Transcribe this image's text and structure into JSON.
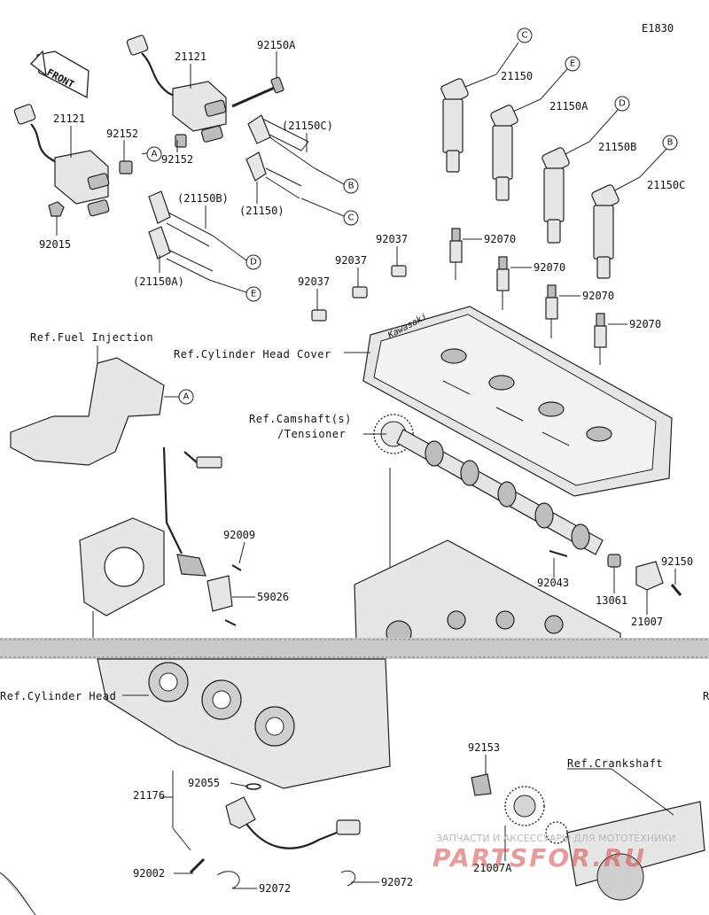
{
  "diagram_code": "E1830",
  "front_label": "FRONT",
  "references": {
    "fuel_injection": "Ref.Fuel Injection",
    "cylinder_head_cover": "Ref.Cylinder Head Cover",
    "camshaft_line1": "Ref.Camshaft(s)",
    "camshaft_line2": "/Tensioner",
    "cylinder_head": "Ref.Cylinder Head",
    "crankshaft": "Ref.Crankshaft",
    "cut_right": "R"
  },
  "part_numbers": {
    "coil_upper": "21121",
    "coil_lower": "21121",
    "bolt_top": "92150A",
    "collar_left": "92152",
    "collar_mid": "92152",
    "nut_left": "92015",
    "boot_c_upper": "(21150C)",
    "boot_upper": "(21150)",
    "boot_b_lower": "(21150B)",
    "boot_a_lower": "(21150A)",
    "lead_21150": "21150",
    "lead_21150a": "21150A",
    "lead_21150b": "21150B",
    "lead_21150c": "21150C",
    "clamp_1": "92037",
    "clamp_2": "92037",
    "clamp_3": "92037",
    "plug_1": "92070",
    "plug_2": "92070",
    "plug_3": "92070",
    "plug_4": "92070",
    "screw_92009": "92009",
    "sensor_59026": "59026",
    "pin_92043": "92043",
    "cap_13061": "13061",
    "bolt_92150": "92150",
    "holder_21007": "21007",
    "bolt_92153": "92153",
    "sensor_21176": "21176",
    "oring_92055": "92055",
    "bolt_92002": "92002",
    "clamp_92072_left": "92072",
    "clamp_92072_right": "92072",
    "rotor_21007a": "21007A"
  },
  "callouts": {
    "c_top": "C",
    "e_top": "E",
    "d_top": "D",
    "b_top": "B",
    "a_mid": "A",
    "b_mid": "B",
    "c_mid": "C",
    "d_low": "D",
    "e_low": "E",
    "a_bracket": "A"
  },
  "watermark": {
    "line1": "ЗАПЧАСТИ И АКСЕССУАРЫ ДЛЯ МОТОТЕХНИКИ",
    "line2": "PARTSFOR.RU"
  }
}
